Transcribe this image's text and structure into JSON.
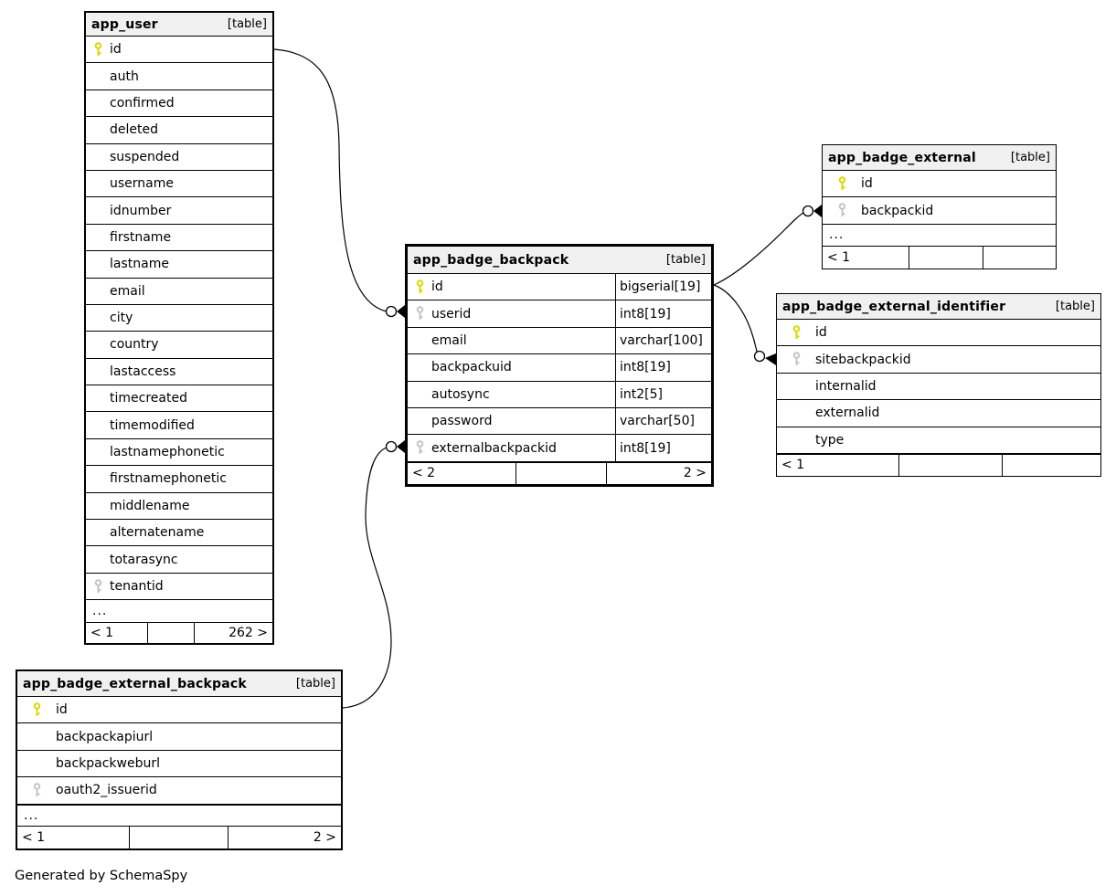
{
  "page": {
    "footer_note": "Generated by SchemaSpy"
  },
  "colors": {
    "pk_key": "#d9d900",
    "fk_key": "#c4c4c4",
    "header_bg": "#f0f0f0",
    "line": "#000000"
  },
  "tables": {
    "app_user": {
      "name": "app_user",
      "badge": "[table]",
      "columns": [
        {
          "name": "id",
          "key": "pk"
        },
        {
          "name": "auth"
        },
        {
          "name": "confirmed"
        },
        {
          "name": "deleted"
        },
        {
          "name": "suspended"
        },
        {
          "name": "username"
        },
        {
          "name": "idnumber"
        },
        {
          "name": "firstname"
        },
        {
          "name": "lastname"
        },
        {
          "name": "email"
        },
        {
          "name": "city"
        },
        {
          "name": "country"
        },
        {
          "name": "lastaccess"
        },
        {
          "name": "timecreated"
        },
        {
          "name": "timemodified"
        },
        {
          "name": "lastnamephonetic"
        },
        {
          "name": "firstnamephonetic"
        },
        {
          "name": "middlename"
        },
        {
          "name": "alternatename"
        },
        {
          "name": "totarasync"
        },
        {
          "name": "tenantid",
          "key": "fk"
        }
      ],
      "ellipsis": "...",
      "footer": {
        "left": "< 1",
        "mid": "",
        "right": "262 >"
      }
    },
    "app_badge_backpack": {
      "name": "app_badge_backpack",
      "badge": "[table]",
      "columns": [
        {
          "name": "id",
          "type": "bigserial[19]",
          "key": "pk"
        },
        {
          "name": "userid",
          "type": "int8[19]",
          "key": "fk"
        },
        {
          "name": "email",
          "type": "varchar[100]"
        },
        {
          "name": "backpackuid",
          "type": "int8[19]"
        },
        {
          "name": "autosync",
          "type": "int2[5]"
        },
        {
          "name": "password",
          "type": "varchar[50]"
        },
        {
          "name": "externalbackpackid",
          "type": "int8[19]",
          "key": "fk"
        }
      ],
      "footer": {
        "left": "< 2",
        "mid": "",
        "right": "2 >"
      }
    },
    "app_badge_external": {
      "name": "app_badge_external",
      "badge": "[table]",
      "columns": [
        {
          "name": "id",
          "key": "pk"
        },
        {
          "name": "backpackid",
          "key": "fk"
        }
      ],
      "ellipsis": "...",
      "footer": {
        "left": "< 1",
        "mid": "",
        "right": ""
      }
    },
    "app_badge_external_identifier": {
      "name": "app_badge_external_identifier",
      "badge": "[table]",
      "columns": [
        {
          "name": "id",
          "key": "pk"
        },
        {
          "name": "sitebackpackid",
          "key": "fk"
        },
        {
          "name": "internalid"
        },
        {
          "name": "externalid"
        },
        {
          "name": "type"
        }
      ],
      "footer": {
        "left": "< 1",
        "mid": "",
        "right": ""
      }
    },
    "app_badge_external_backpack": {
      "name": "app_badge_external_backpack",
      "badge": "[table]",
      "columns": [
        {
          "name": "id",
          "key": "pk"
        },
        {
          "name": "backpackapiurl"
        },
        {
          "name": "backpackweburl"
        },
        {
          "name": "oauth2_issuerid",
          "key": "fk"
        }
      ],
      "ellipsis": "...",
      "footer": {
        "left": "< 1",
        "mid": "",
        "right": "2 >"
      }
    }
  },
  "relationships": [
    {
      "from": "app_user.id",
      "to": "app_badge_backpack.userid"
    },
    {
      "from": "app_badge_backpack.id",
      "to": "app_badge_external.backpackid"
    },
    {
      "from": "app_badge_backpack.id",
      "to": "app_badge_external_identifier.sitebackpackid"
    },
    {
      "from": "app_badge_external_backpack.id",
      "to": "app_badge_backpack.externalbackpackid"
    }
  ]
}
